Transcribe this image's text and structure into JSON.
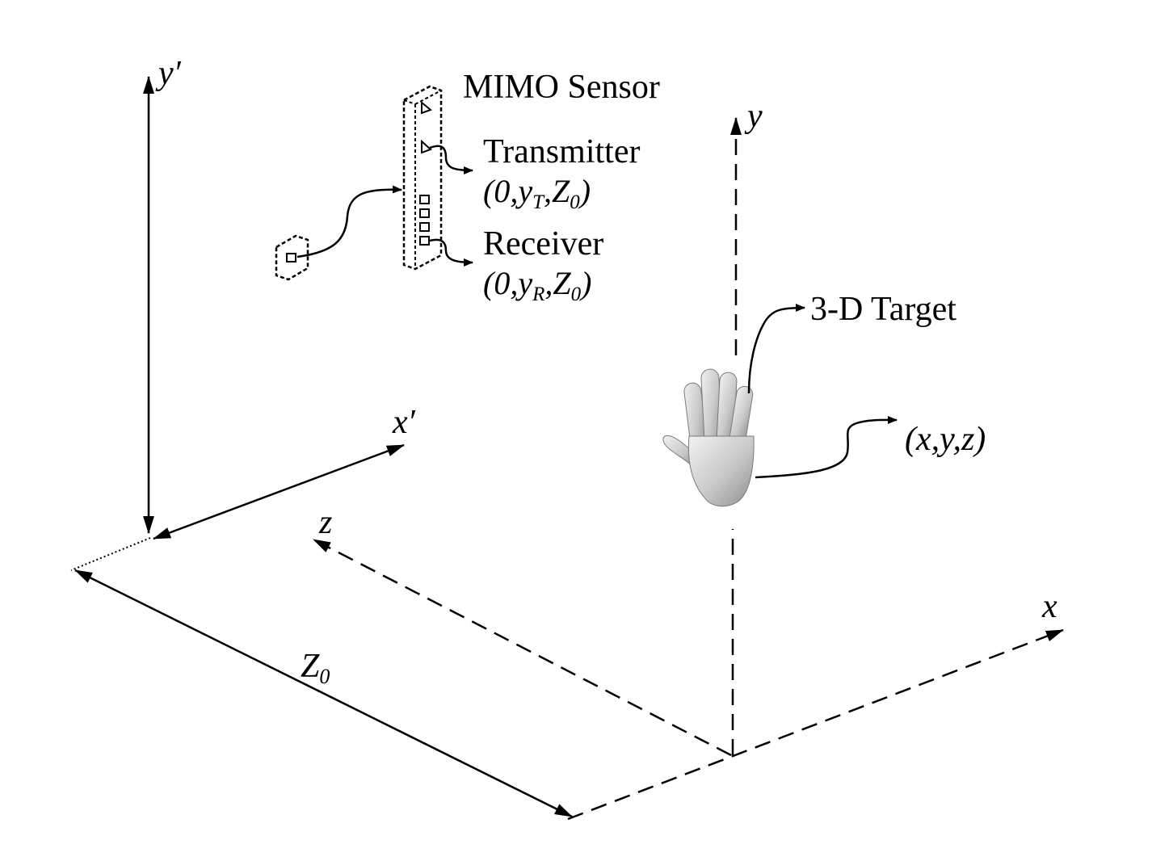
{
  "sensor": {
    "title": "MIMO Sensor",
    "transmitter": {
      "label": "Transmitter",
      "coord_open": "(0,y",
      "coord_sub": "T",
      "coord_mid": ",Z",
      "coord_sub2": "0",
      "coord_close": ")"
    },
    "receiver": {
      "label": "Receiver",
      "coord_open": "(0,y",
      "coord_sub": "R",
      "coord_mid": ",Z",
      "coord_sub2": "0",
      "coord_close": ")"
    }
  },
  "target": {
    "label": "3-D Target",
    "coord": "(x,y,z)"
  },
  "axes": {
    "sensor_y": "y",
    "sensor_y_prime": "′",
    "sensor_x": "x",
    "sensor_x_prime": "′",
    "world_x": "x",
    "world_y": "y",
    "world_z": "z",
    "distance_main": "Z",
    "distance_sub": "0"
  }
}
